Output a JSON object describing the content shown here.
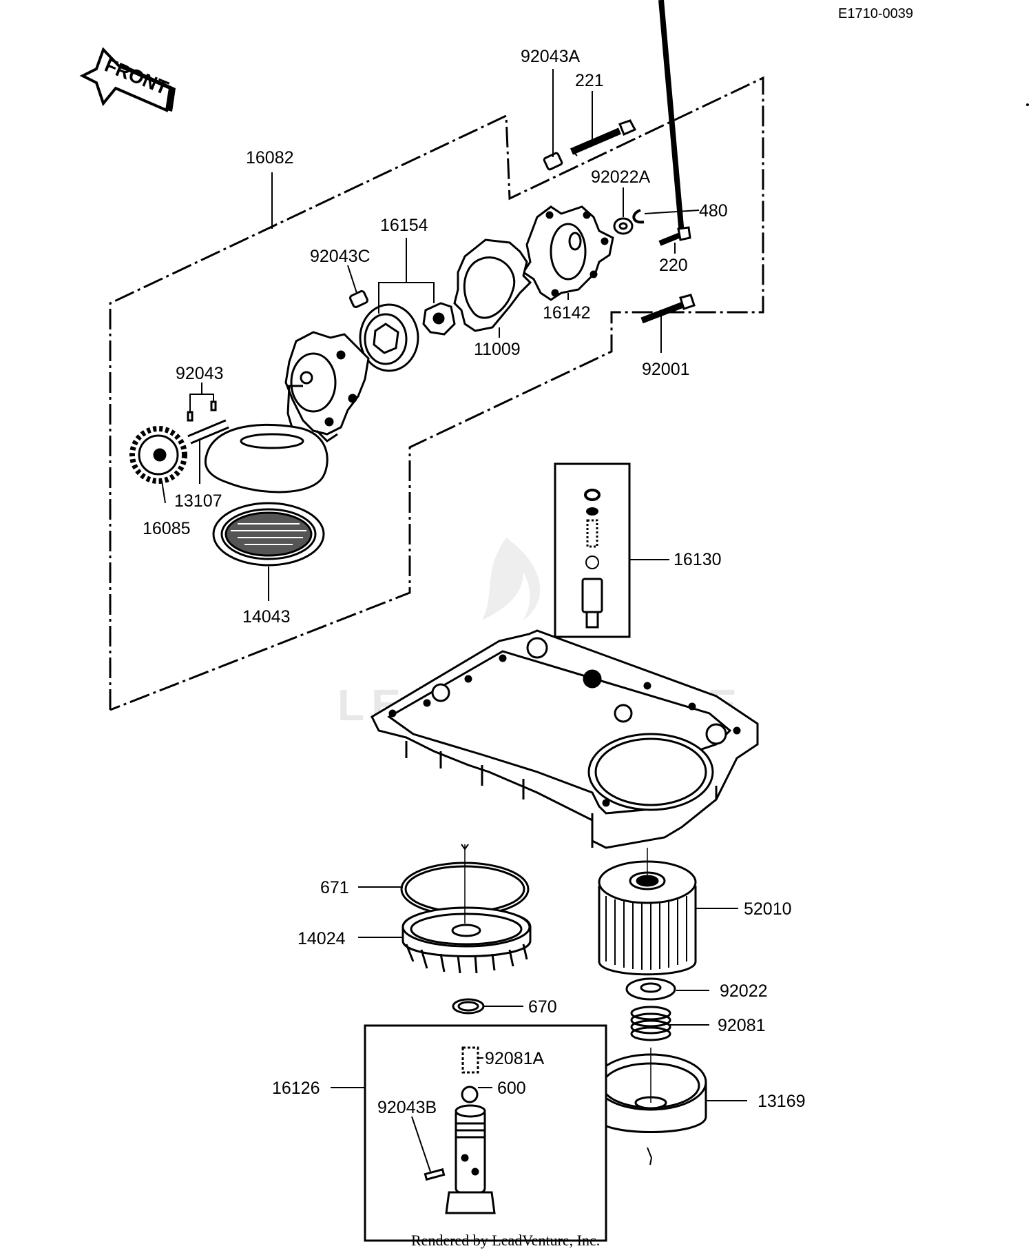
{
  "ref_code": "E1710-0039",
  "front_label": "FRONT",
  "footer": "Rendered by LeadVenture, Inc.",
  "watermark": "LEADVENTURE",
  "colors": {
    "line": "#000000",
    "background": "#ffffff",
    "watermark": "#e6e6e6"
  },
  "parts": [
    {
      "id": "p92043A",
      "label": "92043A"
    },
    {
      "id": "p221",
      "label": "221"
    },
    {
      "id": "p16082",
      "label": "16082"
    },
    {
      "id": "p92022A",
      "label": "92022A"
    },
    {
      "id": "p480",
      "label": "480"
    },
    {
      "id": "p16154",
      "label": "16154"
    },
    {
      "id": "p220",
      "label": "220"
    },
    {
      "id": "p92043C",
      "label": "92043C"
    },
    {
      "id": "p16142",
      "label": "16142"
    },
    {
      "id": "p11009",
      "label": "11009"
    },
    {
      "id": "p92001",
      "label": "92001"
    },
    {
      "id": "p92043",
      "label": "92043"
    },
    {
      "id": "p13107",
      "label": "13107"
    },
    {
      "id": "p16085",
      "label": "16085"
    },
    {
      "id": "p16130",
      "label": "16130"
    },
    {
      "id": "p14043",
      "label": "14043"
    },
    {
      "id": "p671",
      "label": "671"
    },
    {
      "id": "p52010",
      "label": "52010"
    },
    {
      "id": "p14024",
      "label": "14024"
    },
    {
      "id": "p670",
      "label": "670"
    },
    {
      "id": "p92022",
      "label": "92022"
    },
    {
      "id": "p92081",
      "label": "92081"
    },
    {
      "id": "p92081A",
      "label": "92081A"
    },
    {
      "id": "p16126",
      "label": "16126"
    },
    {
      "id": "p600",
      "label": "600"
    },
    {
      "id": "p13169",
      "label": "13169"
    },
    {
      "id": "p92043B",
      "label": "92043B"
    }
  ]
}
